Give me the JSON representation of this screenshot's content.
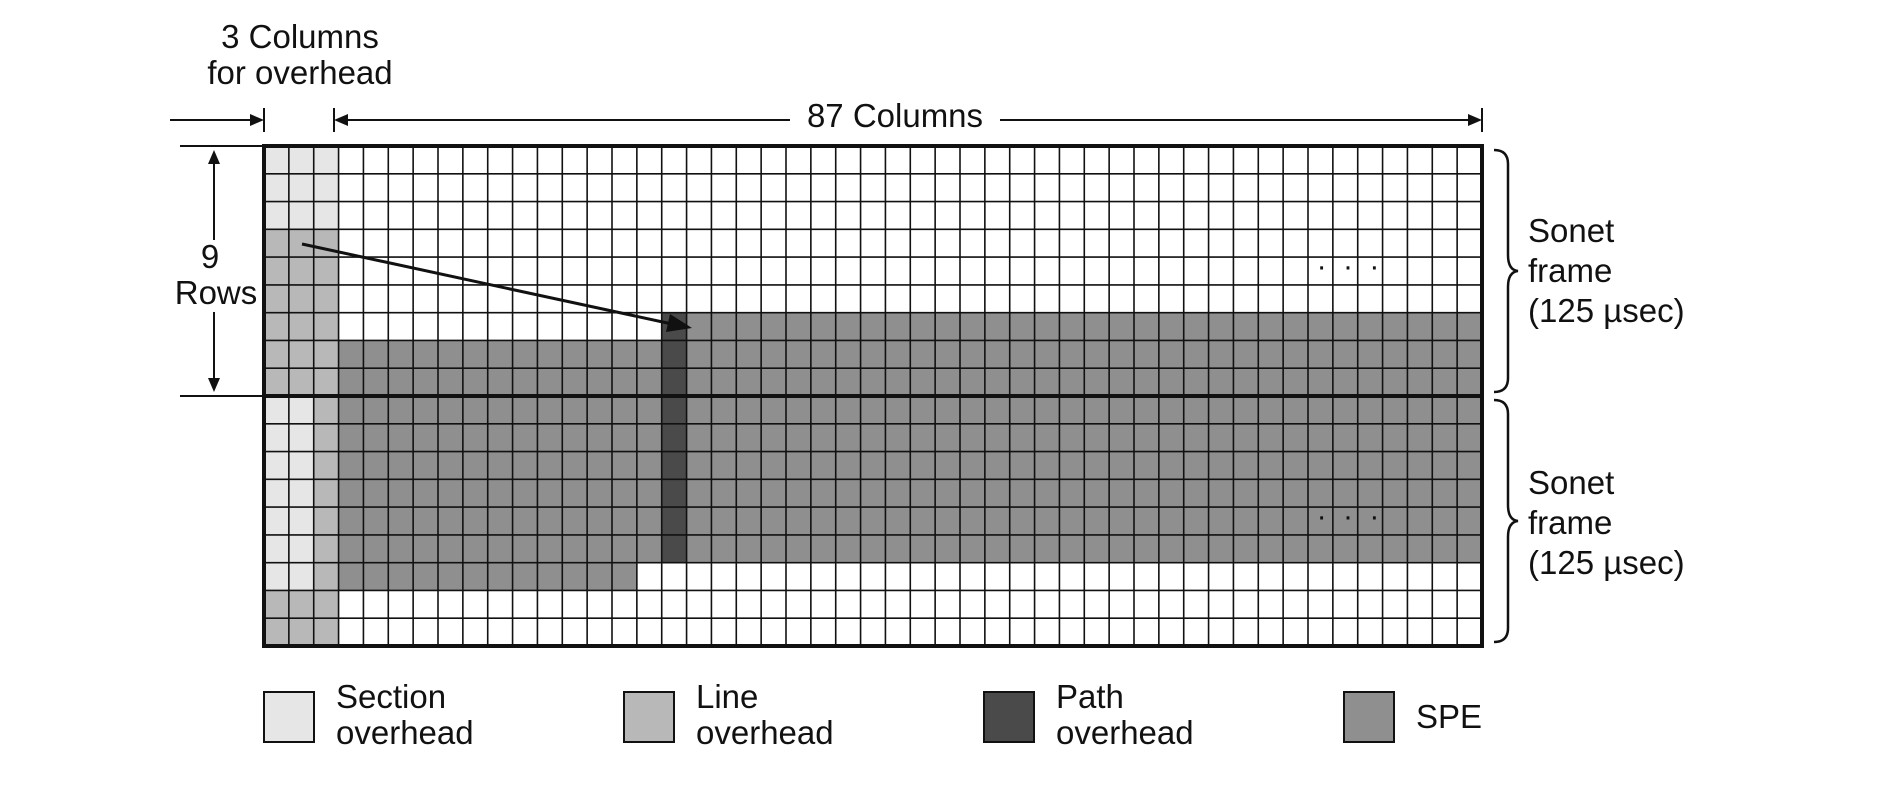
{
  "colors": {
    "section_overhead": "#e6e6e6",
    "line_overhead": "#b8b8b8",
    "path_overhead": "#4a4a4a",
    "spe": "#8f8f8f",
    "grid": "#111111",
    "background": "#ffffff"
  },
  "labels": {
    "overhead_columns": [
      "3 Columns",
      "for overhead"
    ],
    "payload_columns": "87 Columns",
    "rows": [
      "9",
      "Rows"
    ],
    "frame_top": [
      "Sonet",
      "frame",
      "(125 µsec)"
    ],
    "frame_bottom": [
      "Sonet",
      "frame",
      "(125 µsec)"
    ],
    "ellipsis": "· · ·"
  },
  "legend": [
    {
      "key": "section",
      "lines": [
        "Section",
        "overhead"
      ]
    },
    {
      "key": "line",
      "lines": [
        "Line",
        "overhead"
      ]
    },
    {
      "key": "path",
      "lines": [
        "Path",
        "overhead"
      ]
    },
    {
      "key": "spe",
      "lines": [
        "SPE"
      ]
    }
  ]
}
